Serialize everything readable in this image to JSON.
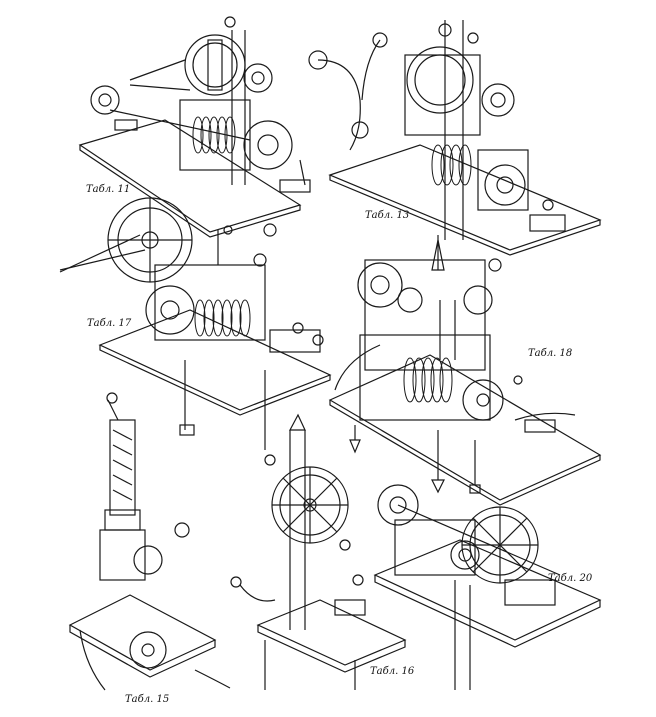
{
  "labels": {
    "tab11": "Табл. 11",
    "tab13": "Табл. 13",
    "tab17": "Табл. 17",
    "tab18": "Табл. 18",
    "tab15": "Табл. 15",
    "tab16": "Табл. 16",
    "tab20": "Табл. 20"
  },
  "colors": {
    "ink": "#1a1a1a",
    "paper": "#ffffff"
  }
}
